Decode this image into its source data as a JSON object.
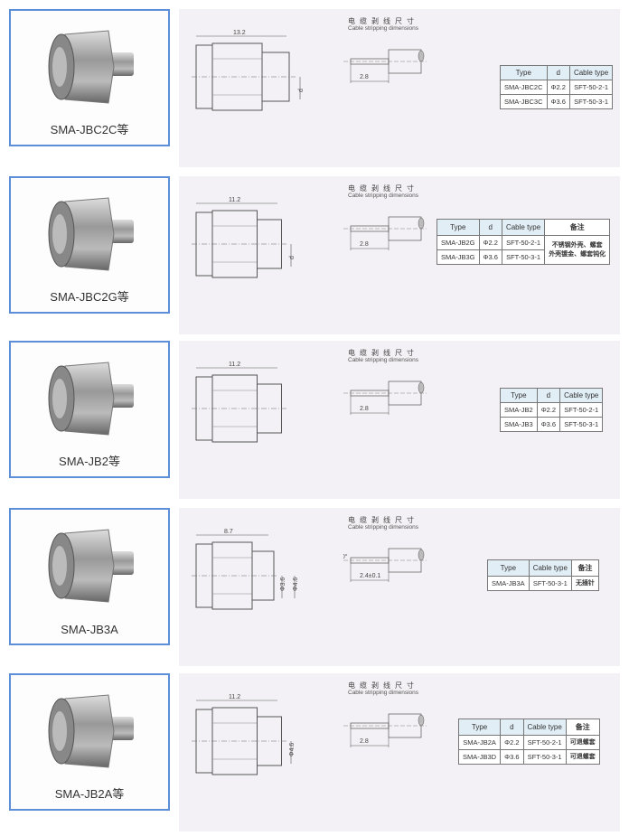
{
  "strip_title": "电缆剥线尺寸",
  "strip_subtitle": "Cable stripping dimensions",
  "sections": [
    {
      "name": "SMA-JBC2C等",
      "length": "13.2",
      "diam": [
        "d"
      ],
      "strip": "2.8",
      "angle": "",
      "headers": [
        "Type",
        "d",
        "Cable type"
      ],
      "rows": [
        [
          "SMA-JBC2C",
          "Φ2.2",
          "SFT-50-2-1"
        ],
        [
          "SMA-JBC3C",
          "Φ3.6",
          "SFT-50-3-1"
        ]
      ],
      "note": []
    },
    {
      "name": "SMA-JBC2G等",
      "length": "11.2",
      "diam": [
        "d"
      ],
      "strip": "2.8",
      "angle": "",
      "headers": [
        "Type",
        "d",
        "Cable type",
        "备注"
      ],
      "rows": [
        [
          "SMA-JB2G",
          "Φ2.2",
          "SFT-50-2-1"
        ],
        [
          "SMA-JB3G",
          "Φ3.6",
          "SFT-50-3-1"
        ]
      ],
      "note": [
        "不锈钢外壳、螺套",
        "外壳镀金、螺套钝化"
      ]
    },
    {
      "name": "SMA-JB2等",
      "length": "11.2",
      "diam": [],
      "strip": "2.8",
      "angle": "",
      "headers": [
        "Type",
        "d",
        "Cable type"
      ],
      "rows": [
        [
          "SMA-JB2",
          "Φ2.2",
          "SFT-50-2-1"
        ],
        [
          "SMA-JB3",
          "Φ3.6",
          "SFT-50-3-1"
        ]
      ],
      "note": []
    },
    {
      "name": "SMA-JB3A",
      "length": "8.7",
      "diam": [
        "Φ3.6",
        "Φ4.6"
      ],
      "strip": "2.4±0.1",
      "angle": "90°",
      "headers": [
        "Type",
        "Cable type",
        "备注"
      ],
      "rows": [
        [
          "SMA-JB3A",
          "SFT-50-3-1",
          "无插针"
        ]
      ],
      "note": []
    },
    {
      "name": "SMA-JB2A等",
      "length": "11.2",
      "diam": [
        "Φ4.6"
      ],
      "strip": "2.8",
      "angle": "",
      "headers": [
        "Type",
        "d",
        "Cable type",
        "备注"
      ],
      "rows": [
        [
          "SMA-JB2A",
          "Φ2.2",
          "SFT-50-2-1",
          "可退螺套"
        ],
        [
          "SMA-JB3D",
          "Φ3.6",
          "SFT-50-3-1",
          "可退螺套"
        ]
      ],
      "note": []
    }
  ]
}
